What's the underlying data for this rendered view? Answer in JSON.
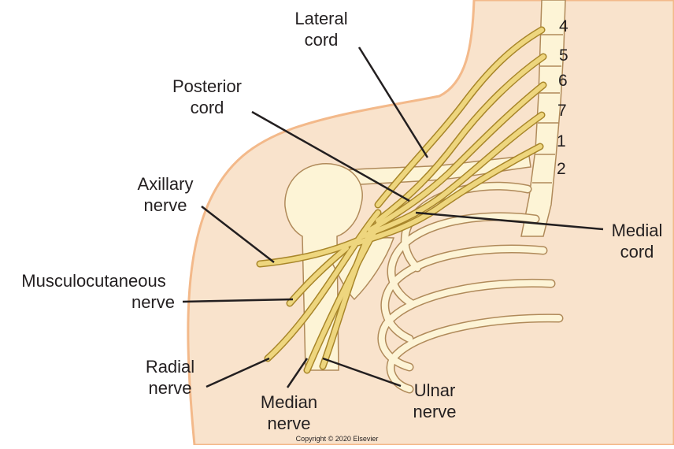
{
  "labels": {
    "lateral_cord": [
      "Lateral",
      "cord"
    ],
    "posterior_cord": [
      "Posterior",
      "cord"
    ],
    "axillary_nerve": [
      "Axillary",
      "nerve"
    ],
    "musculocutaneous_nerve": [
      "Musculocutaneous",
      "nerve"
    ],
    "radial_nerve": [
      "Radial",
      "nerve"
    ],
    "median_nerve": [
      "Median",
      "nerve"
    ],
    "ulnar_nerve": [
      "Ulnar",
      "nerve"
    ],
    "medial_cord": [
      "Medial",
      "cord"
    ]
  },
  "vertebra_numbers": [
    "4",
    "5",
    "6",
    "7",
    "1",
    "2"
  ],
  "copyright": "Copyright © 2020 Elsevier",
  "colors": {
    "skin": "#f9e3cc",
    "skin_outline": "#f3b98a",
    "bone": "#fdf4d6",
    "bone_outline": "#b08a5a",
    "nerve": "#eed67e",
    "nerve_outline": "#a8862a",
    "leader": "#231f20"
  }
}
